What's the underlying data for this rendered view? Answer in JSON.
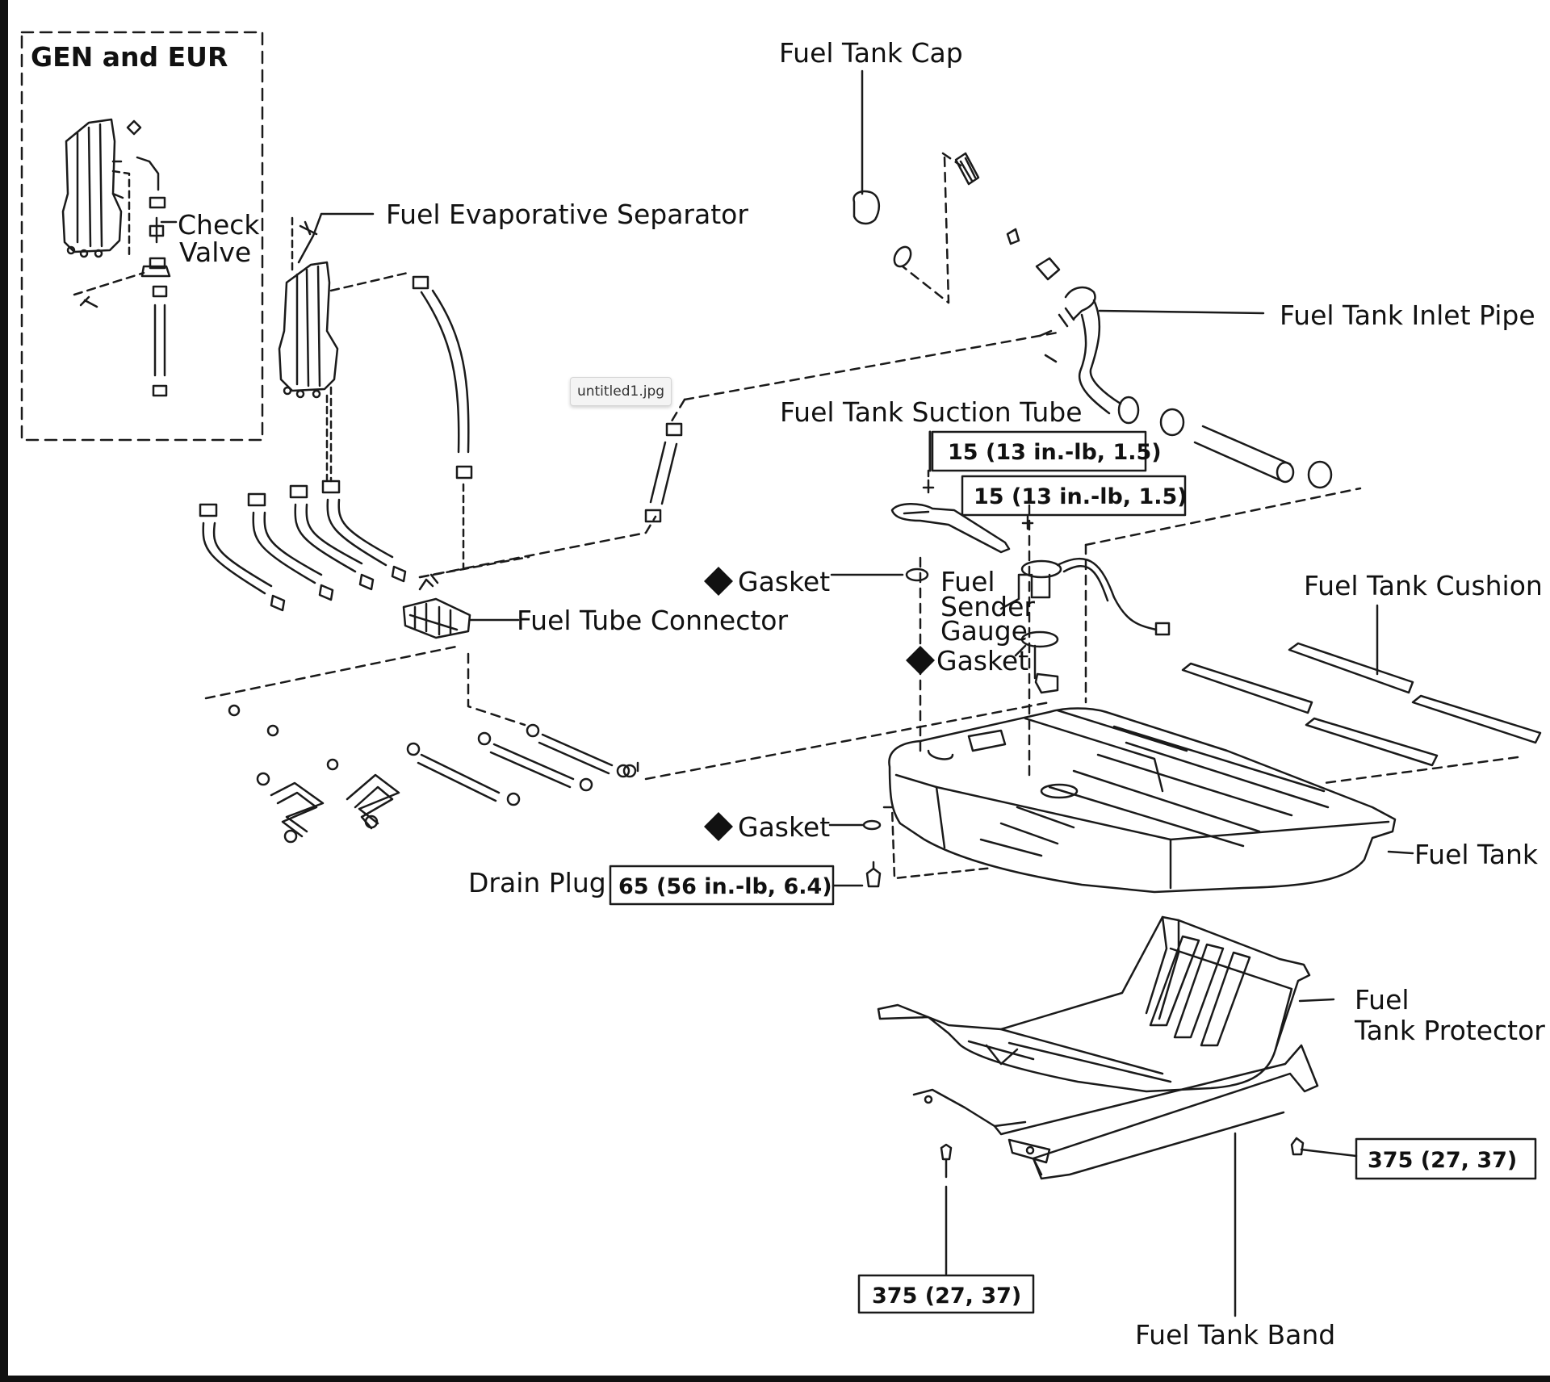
{
  "window": {
    "filename": "untitled1.jpg"
  },
  "regions": {
    "region_label": "GEN and EUR"
  },
  "labels": {
    "fuel_tank_cap": "Fuel Tank Cap",
    "check_valve_line1": "Check",
    "check_valve_line2": "Valve",
    "fuel_evaporative_separator": "Fuel Evaporative Separator",
    "fuel_tank_inlet_pipe": "Fuel Tank Inlet Pipe",
    "fuel_tank_suction_tube": "Fuel Tank Suction Tube",
    "gasket": "Gasket",
    "fuel_sender_gauge_line1": "Fuel",
    "fuel_sender_gauge_line2": "Sender",
    "fuel_sender_gauge_line3": "Gauge",
    "fuel_tube_connector": "Fuel Tube Connector",
    "fuel_tank_cushion": "Fuel Tank Cushion",
    "fuel_tank": "Fuel Tank",
    "drain_plug": "Drain Plug",
    "fuel_tank_protector_line1": "Fuel",
    "fuel_tank_protector_line2": "Tank Protector",
    "fuel_tank_band": "Fuel Tank Band"
  },
  "torque_specs": {
    "suction_tube_upper": "15 (13 in.-lb, 1.5)",
    "suction_tube_lower": "15 (13 in.-lb,  1.5)",
    "drain_plug": "65 (56 in.-lb,  6.4)",
    "band_right": "375 (27,  37)",
    "band_bottom": "375 (27,  37)"
  }
}
